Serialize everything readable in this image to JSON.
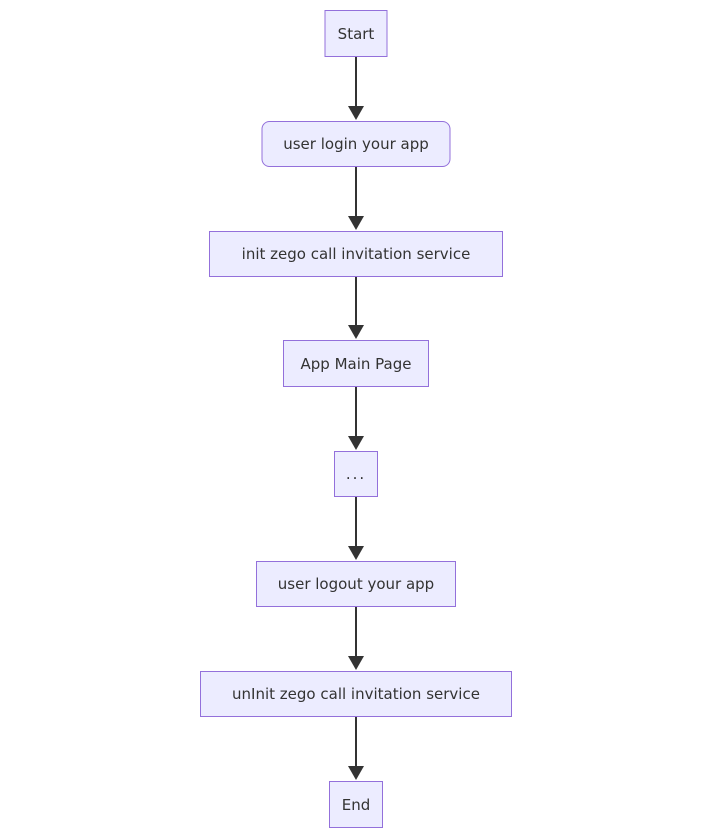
{
  "flowchart": {
    "type": "flowchart",
    "direction": "top-down",
    "nodes": [
      {
        "id": "start",
        "label": "Start",
        "shape": "rectangle"
      },
      {
        "id": "login",
        "label": "user login your app",
        "shape": "rounded-rectangle"
      },
      {
        "id": "init-service",
        "label": "init zego call invitation service",
        "shape": "rectangle"
      },
      {
        "id": "app-main-page",
        "label": "App Main Page",
        "shape": "rectangle"
      },
      {
        "id": "ellipsis",
        "label": "...",
        "shape": "rectangle"
      },
      {
        "id": "logout",
        "label": "user logout your app",
        "shape": "rectangle"
      },
      {
        "id": "uninit-service",
        "label": "unInit zego call invitation service",
        "shape": "rectangle"
      },
      {
        "id": "end",
        "label": "End",
        "shape": "rectangle"
      }
    ],
    "edges": [
      {
        "from": "start",
        "to": "login"
      },
      {
        "from": "login",
        "to": "init-service"
      },
      {
        "from": "init-service",
        "to": "app-main-page"
      },
      {
        "from": "app-main-page",
        "to": "ellipsis"
      },
      {
        "from": "ellipsis",
        "to": "logout"
      },
      {
        "from": "logout",
        "to": "uninit-service"
      },
      {
        "from": "uninit-service",
        "to": "end"
      }
    ],
    "colors": {
      "node_fill": "#ECECFF",
      "node_border": "#9370DB",
      "text": "#333333",
      "arrow": "#333333",
      "background": "#FFFFFF"
    }
  }
}
